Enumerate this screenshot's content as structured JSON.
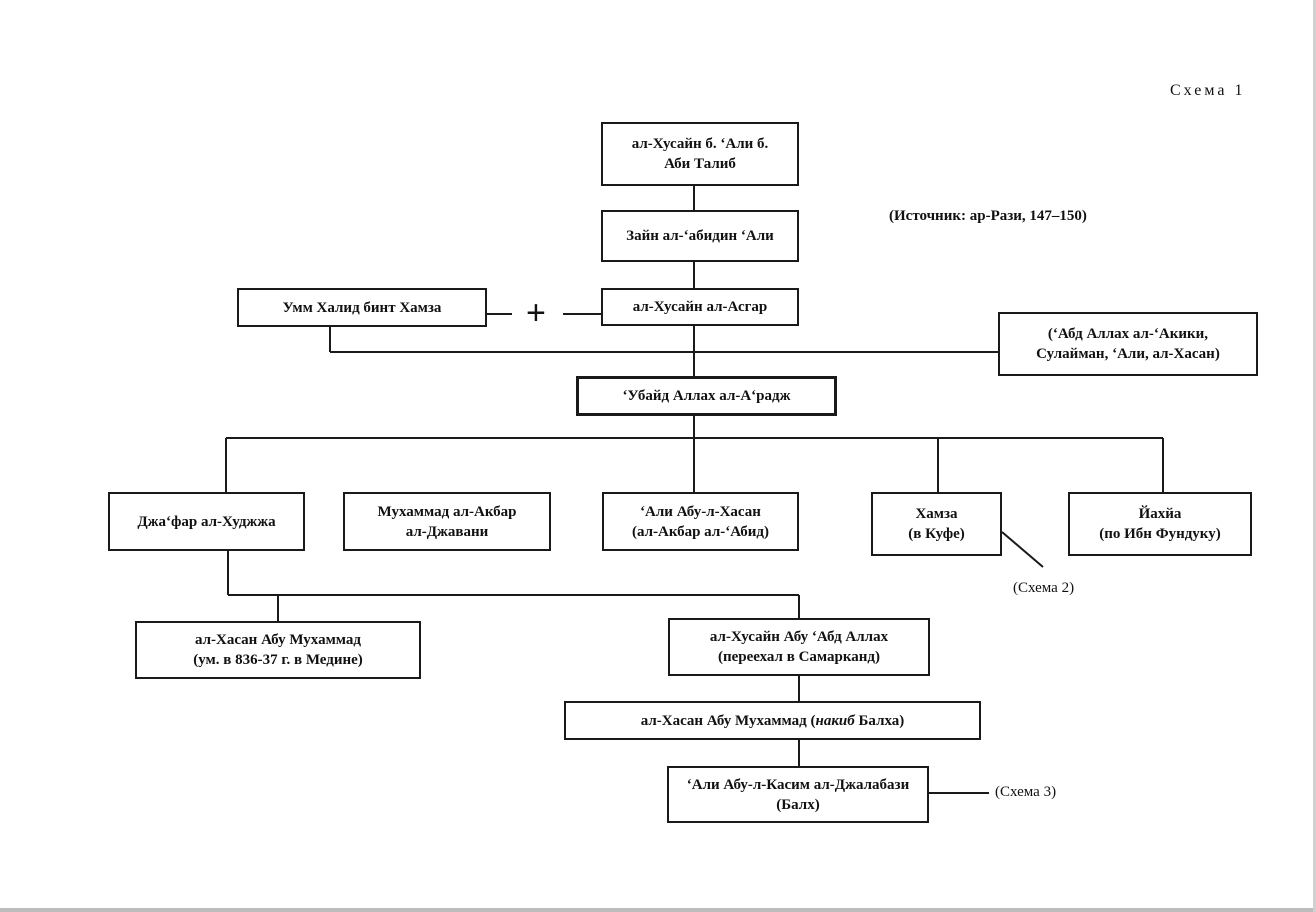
{
  "title": "Схема 1",
  "source": "(Источник: ар-Рази, 147–150)",
  "nodes": {
    "husayn_b_ali": [
      "ал-Хусайн б. ‘Али б.",
      "Аби Талиб"
    ],
    "zayn": [
      "Зайн ал-‘абидин ‘Али"
    ],
    "husayn_asghar": [
      "ал-Хусайн ал-Асгар"
    ],
    "umm_khalid": [
      "Умм Халид бинт Хамза"
    ],
    "brothers": [
      "(‘Абд Аллах ал-‘Акики,",
      "Сулайман, ‘Али,  ал-Хасан)"
    ],
    "ubayd_allah": [
      "‘Убайд Аллах  ал-А‘радж"
    ],
    "jafar": [
      "Джа‘фар ал-Худжжа"
    ],
    "muhammad_akbar": [
      "Мухаммад ал-Акбар",
      "ал-Джавани"
    ],
    "ali_abul_hasan": [
      "‘Али Абу-л-Хасан",
      "(ал-Акбар ал-‘Абид)"
    ],
    "hamza": [
      "Хамза",
      "(в Куфе)"
    ],
    "yahya": [
      "Йахйа",
      "(по Ибн Фундуку)"
    ],
    "hasan_abu_muhammad": [
      "ал-Хасан Абу Мухаммад",
      "(ум. в 836-37 г. в Медине)"
    ],
    "husayn_abu_abdallah": [
      "ал-Хусайн Абу ‘Абд Аллах",
      "(переехал в Самарканд)"
    ],
    "hasan_naqib": {
      "before": "ал-Хасан Абу Мухаммад (",
      "italic": "накиб",
      "after": " Балха)"
    },
    "ali_jalabazi": [
      "‘Али Абу-л-Касим ал-Джалабази",
      "(Балх)"
    ]
  },
  "references": {
    "scheme2": "(Схема 2)",
    "scheme3": "(Схема 3)"
  },
  "marriage_symbol": "+"
}
